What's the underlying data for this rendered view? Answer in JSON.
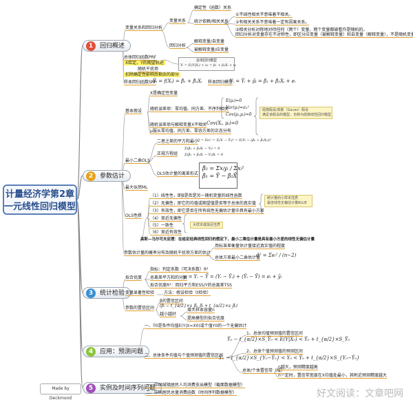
{
  "central": {
    "line1": "计量经济学第2章",
    "line2": "一元线性回归模型"
  },
  "colors": {
    "b1": "#e0503a",
    "b2": "#e8a21a",
    "b3": "#3a8fd0",
    "b4": "#8cc43c",
    "b5": "#a050b8"
  },
  "b1": {
    "num": "1",
    "label": "回归概述",
    "n_rel": "变量关系和回归分析",
    "n_varrel": "变量关系",
    "n_det": "确定性（函数）关系",
    "n_stat": "统计依赖/相关关系",
    "n_ind": "①不线性相关不意味着不相关。",
    "n_nocause": "②有相关关系不意味着一定有因果关系。",
    "n_reg1": "③相关分析对称地对待任何（两个）变量，两个变量都被看作是随机的。",
    "n_reg2": "回归分析对变量存在不对称性，即区分应变量（被解释变量）和自变量（解释变量），不是随机变量。",
    "n_reg": "回归分析",
    "n_exp1": "解释变量/自变量",
    "n_exp2": "被解释变量/应变量",
    "n_prf": "总体回归函数PRF",
    "n_xgiven": "X给定，Y的期望轨迹",
    "n_pop": "总体回归模型",
    "n_popf": "Yᵢ = E(Y|Xᵢ) + uᵢ = β₁ + β₂Xᵢ + uᵢ",
    "n_rand": "随机干扰项",
    "n_randnote": "扣除确定性影响后剩余的部分",
    "n_srf": "样本回归函数SRF",
    "n_srff": "Ŷᵢ = f(Xᵢ) = β̂₁ + β̂₂Xᵢ",
    "n_srm": "样本回归模型",
    "n_srmf": "Yᵢ = Ŷᵢ + μ̂ᵢ = β̂₁ + β̂₂Xᵢ + eᵢ"
  },
  "b2": {
    "num": "2",
    "label": "参数估计",
    "n_basic": "基本假设",
    "n_a1": "X是确定性变量",
    "n_a2": "随机误差项：零均值、同方差、不序列相关",
    "n_a2f1": "E(μᵢ)=0",
    "n_a2f2": "Var(μᵢ)=σᵤ²",
    "n_a2f3": "Cov(μᵢ,μⱼ)=0",
    "n_a3": "随机误差项与解释变量X不相关",
    "n_a3f": "Cov(Xᵢ, μᵢ)=0",
    "n_a4": "μ服从零均值、同方差、零协方差的正态分布",
    "n_gauss1": "经典假设/高斯（Gauss）假设",
    "n_gauss2": "满足该假设的模型，也称为经典线性回归模型",
    "n_ols": "最小二乘OLS",
    "n_ssr": "二者之差的平方和最小",
    "n_ssrf": "Q = Σeᵢ² = Σ(Yᵢ − Ŷᵢ)² = Σ(Yᵢ − (β̂₀ + β̂₁Xᵢ))²",
    "n_normal": "正规方程组",
    "n_normf1": "Σ(β̂₁ + β̂₂Xᵢ − Yᵢ) = 0",
    "n_normf2": "Σ(β̂₁ + β̂₂Xᵢ − Yᵢ)Xᵢ = 0",
    "n_dev": "OLS估计量的离差形式",
    "n_devf1": "β̂₂ = Σxᵢyᵢ / Σxᵢ²",
    "n_devf2": "β̂₁ = Ȳ − β̂₂X̄",
    "n_ml": "最大似然ML",
    "n_olsp": "OLS性质",
    "n_p1": "（1）线性性，即β是否是另一随机变量的线性函数",
    "n_p2": "（2）无偏性，即它的均值或期望值是否等于总体的真实值",
    "n_p3": "（3）有效性，即它是否在所有线性无偏估计量中具有最小方差",
    "n_p4": "（4）渐近无偏性",
    "n_p5": "（5）一致性",
    "n_p6": "（6）渐近有效性",
    "n_small1": "统计量的小样本性质",
    "n_small2": "最佳线性无偏估计量BLUE",
    "n_large": "大样本或渐近性质",
    "n_gm": "高斯—马尔可夫定理：在给定经典线性回归的假定下，最小二乘估计量是具有最小方差的线性无偏估计量",
    "n_prob": "参数估计量的概率分布及随机干扰项方差的估计",
    "n_var": "用标准差衡量估计量接近真实值的程度",
    "n_sigma": "总体方差最小二乘估计量",
    "n_sigmaf": "σ̂² = Σeᵢ² / (n−2)"
  },
  "b3": {
    "num": "3",
    "label": "统计检验",
    "n_fit": "拟合优度",
    "n_r2": "指标：判定系数（可决系数）R²",
    "n_tss": "总离差平方和的分解",
    "n_tssf": "yᵢ = Yᵢ − Ȳ = (Yᵢ − Ŷᵢ) + (Ŷᵢ − Ȳ) = eᵢ + ŷᵢ",
    "n_r2d": "拟合优度R²：回归平方和ESS/Y的总离差TSS",
    "n_sig": "变量显著性检验",
    "n_sigm": "方法：假设检验（t检验）",
    "n_ci": "参数的置信区间",
    "n_beta": "β的置信区间",
    "n_betaf": "(β̂ᵢ − t_{α/2}×s_β̂ᵢ, β̂ᵢ + t_{α/2}×s_β̂ᵢ)",
    "n_small": "越小越好",
    "n_inc": "增大样本容量n",
    "n_imp": "提高模型的拟合优度"
  },
  "b4": {
    "num": "4",
    "label": "应用：预测问题",
    "n_q1": "一、Ŷ0是条件均值E(Y|X=X0)或个值Y0的一个无偏估计",
    "n_q2": "二、总体条件均值与个值预测值的置信区间",
    "n_c1": "1、总体均值预测值的置信区间",
    "n_c1f": "Ŷ₀ − t_{α/2}×S_Ŷ₀ < E(Y|X₀) < Ŷ₀ + t_{α/2}×S_Ŷ₀",
    "n_c2": "2、总体个值预测值的预测区间",
    "n_c2f": "Ŷ₀ − t_{α/2}×S_{Y₀−Ŷ₀} < Y₀ < Ŷ₀ + t_{α/2}×S_{Y₀−Ŷ₀}",
    "n_c3": "总体/个体置信带（域）",
    "n_c3a": "n越大，预测精度越高",
    "n_c3b": "n一定时，置信带宽度在X均值处最小，其附近预测精度越大"
  },
  "b5": {
    "num": "5",
    "label": "实例及时间序列问题",
    "n_e1": "一、中国城镇居民人均消费支出模型（截面数据模型）",
    "n_e2": "二、中国居民总量消费函数（时间序列数据模型）"
  },
  "footer": {
    "madeby": "Made by Deckmond",
    "watermark": "好文阅读：文章吧网"
  }
}
